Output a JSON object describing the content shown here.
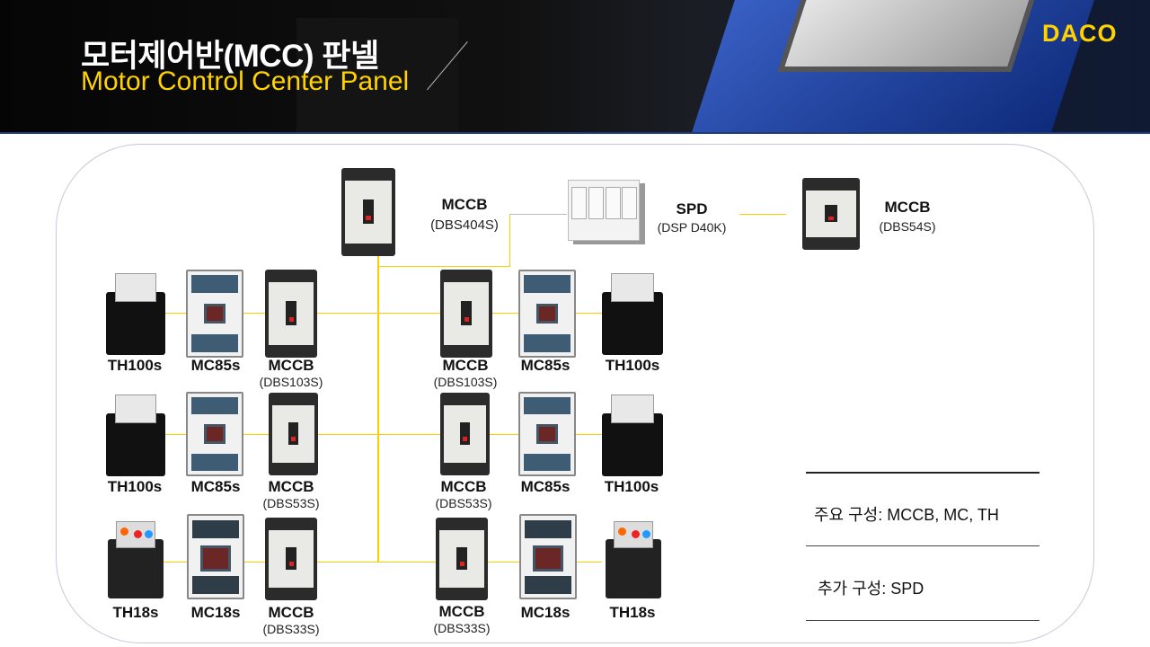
{
  "header": {
    "title_ko": "모터제어반(MCC) 판넬",
    "title_en": "Motor Control Center Panel",
    "logo": "DACO"
  },
  "colors": {
    "accent": "#ffd200",
    "line": "#ffcc00"
  },
  "top": {
    "main_mccb": {
      "name": "MCCB",
      "model": "(DBS404S)"
    },
    "spd": {
      "name": "SPD",
      "model": "(DSP D40K)"
    },
    "spd_mccb": {
      "name": "MCCB",
      "model": "(DBS54S)"
    }
  },
  "rows": [
    {
      "left": {
        "th": "TH100s",
        "mc": "MC85s",
        "mccb": "MCCB",
        "mccb_model": "(DBS103S)"
      },
      "right": {
        "mccb": "MCCB",
        "mccb_model": "(DBS103S)",
        "mc": "MC85s",
        "th": "TH100s"
      }
    },
    {
      "left": {
        "th": "TH100s",
        "mc": "MC85s",
        "mccb": "MCCB",
        "mccb_model": "(DBS53S)"
      },
      "right": {
        "mccb": "MCCB",
        "mccb_model": "(DBS53S)",
        "mc": "MC85s",
        "th": "TH100s"
      }
    },
    {
      "left": {
        "th": "TH18s",
        "mc": "MC18s",
        "mccb": "MCCB",
        "mccb_model": "(DBS33S)"
      },
      "right": {
        "mccb": "MCCB",
        "mccb_model": "(DBS33S)",
        "mc": "MC18s",
        "th": "TH18s"
      }
    }
  ],
  "info": {
    "main": "주요 구성: MCCB, MC, TH",
    "extra": "추가 구성: SPD"
  }
}
